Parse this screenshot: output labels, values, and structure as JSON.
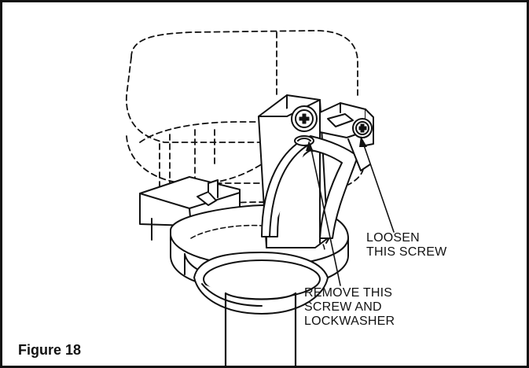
{
  "figure": {
    "caption": "Figure 18"
  },
  "callouts": {
    "loosen_screw": [
      "LOOSEN",
      "THIS SCREW"
    ],
    "remove_screw": [
      "REMOVE THIS",
      "SCREW AND",
      "LOCKWASHER"
    ]
  },
  "colors": {
    "ink": "#111111",
    "background": "#ffffff"
  }
}
